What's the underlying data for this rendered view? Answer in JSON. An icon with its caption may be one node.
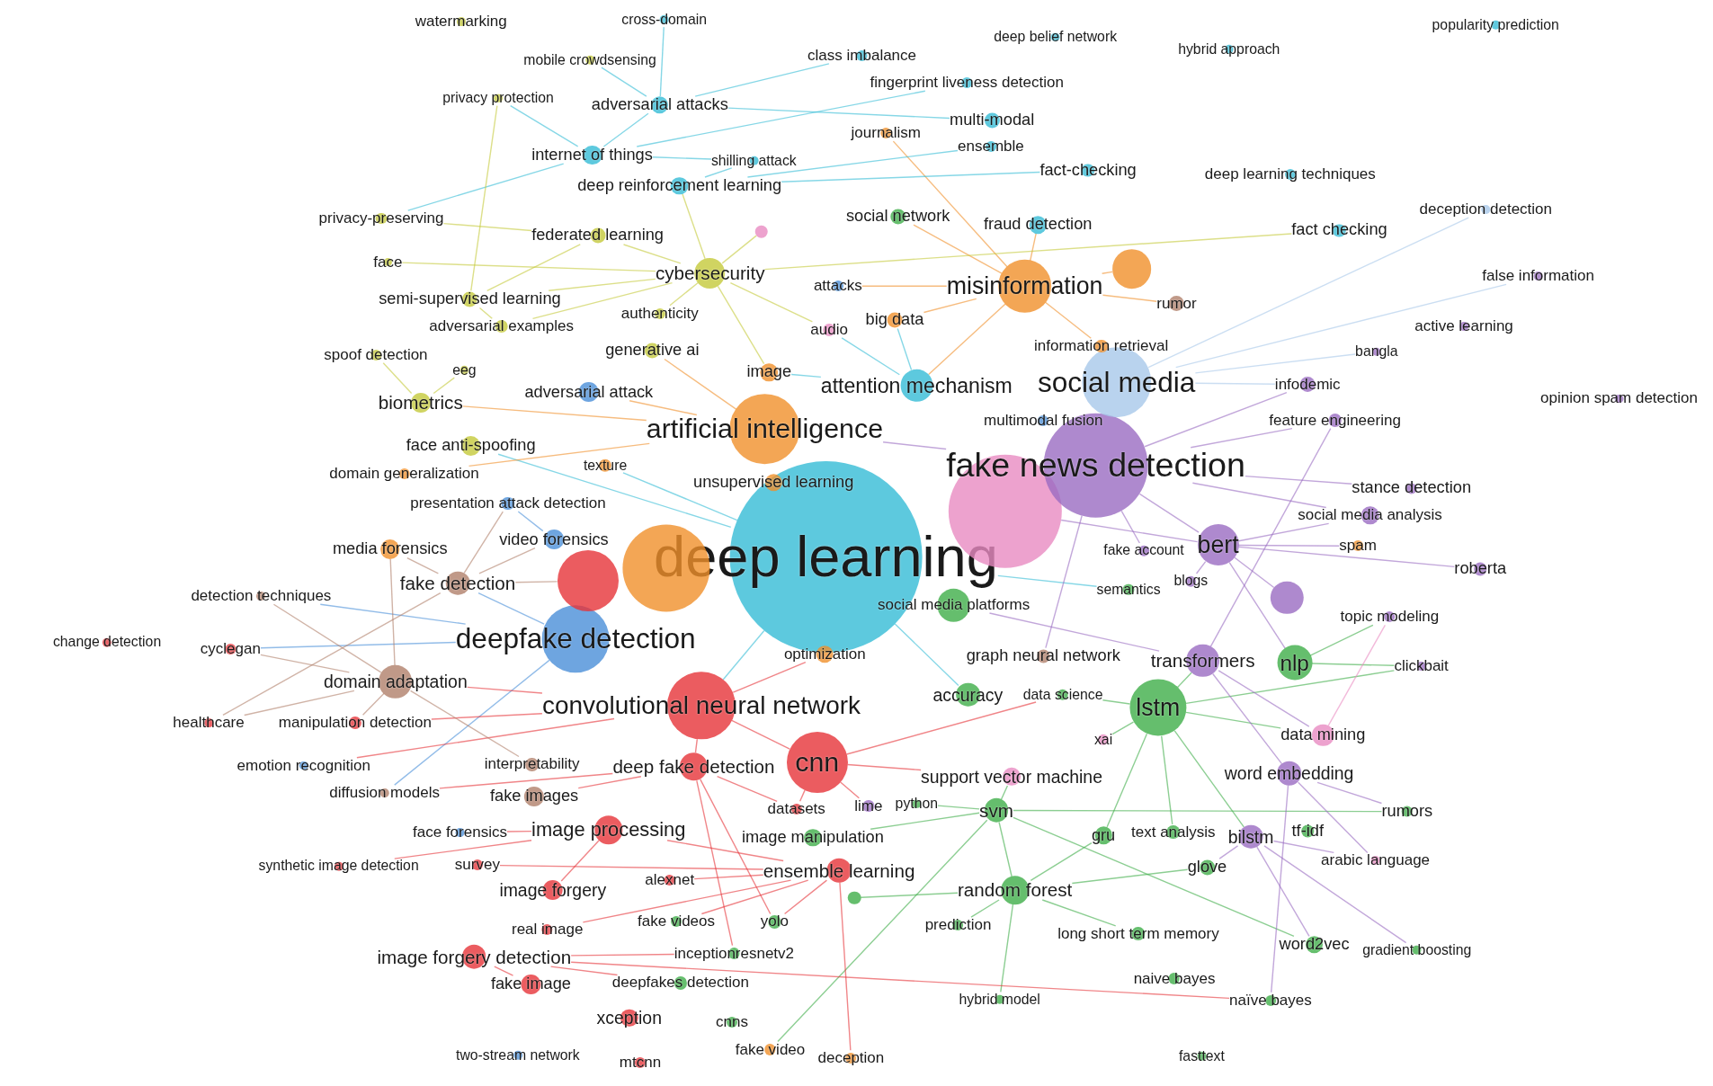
{
  "diagram": {
    "nodes": [
      {
        "text": [
          "watermarking"
        ]
      },
      {
        "text": [
          "cross-domain"
        ]
      },
      {
        "text": [
          "mobile crowdsensing"
        ]
      },
      {
        "text": [
          "class imbalance"
        ]
      },
      {
        "text": [
          "deep belief network"
        ]
      },
      {
        "text": [
          "hybrid approach"
        ]
      },
      {
        "text": [
          "popularity prediction"
        ]
      },
      {
        "text": [
          "privacy protection"
        ]
      },
      {
        "text": [
          "adversarial attacks"
        ]
      },
      {
        "text": [
          "fingerprint liveness detection"
        ]
      },
      {
        "text": [
          "multi-modal"
        ]
      },
      {
        "text": [
          "journalism"
        ]
      },
      {
        "text": [
          "ensemble"
        ]
      },
      {
        "text": [
          "internet of things"
        ]
      },
      {
        "text": [
          "shilling attack"
        ]
      },
      {
        "text": [
          "fact-checking"
        ]
      },
      {
        "text": [
          "deep learning techniques"
        ]
      },
      {
        "text": [
          "deep reinforcement learning"
        ]
      },
      {
        "text": [
          "deception detection"
        ]
      },
      {
        "text": [
          "privacy-preserving"
        ]
      },
      {
        "text": [
          "social network"
        ]
      },
      {
        "text": [
          "fraud detection"
        ]
      },
      {
        "text": [
          "federated learning"
        ]
      },
      {
        "text": [],
        "shape": "circle"
      },
      {
        "text": [
          "fact checking"
        ]
      },
      {
        "text": [
          "face"
        ]
      },
      {
        "text": [
          "cybersecurity"
        ]
      },
      {
        "text": [
          "misinformation"
        ]
      },
      {
        "text": [
          "false information"
        ]
      },
      {
        "text": [
          "semi-supervised learning"
        ]
      },
      {
        "text": [
          "attacks"
        ]
      },
      {
        "text": [
          "rumor"
        ]
      },
      {
        "text": [
          "authenticity"
        ]
      },
      {
        "text": [
          "adversarial examples"
        ]
      },
      {
        "text": [
          "audio"
        ]
      },
      {
        "text": [
          "big data"
        ]
      },
      {
        "text": [
          "active learning"
        ]
      },
      {
        "text": [
          "spoof detection"
        ]
      },
      {
        "text": [
          "generative ai"
        ]
      },
      {
        "text": [
          "information retrieval"
        ]
      },
      {
        "text": [
          "bangla"
        ]
      },
      {
        "text": [
          "eeg"
        ]
      },
      {
        "text": [
          "image"
        ]
      },
      {
        "text": [
          "adversarial attack"
        ]
      },
      {
        "text": [
          "attention mechanism"
        ]
      },
      {
        "text": [
          "social media"
        ]
      },
      {
        "text": [
          "infodemic"
        ]
      },
      {
        "text": [
          "opinion spam detection"
        ]
      },
      {
        "text": [
          "biometrics"
        ]
      },
      {
        "text": [
          "multimodal fusion"
        ]
      },
      {
        "text": [
          "feature engineering"
        ]
      },
      {
        "text": [
          "artificial intelligence"
        ]
      },
      {
        "text": [
          "face anti-spoofing"
        ]
      },
      {
        "text": [
          "texture"
        ]
      },
      {
        "text": [
          "fake news detection"
        ]
      },
      {
        "text": [
          "domain generalization"
        ]
      },
      {
        "text": [
          "unsupervised learning"
        ]
      },
      {
        "text": [
          "stance detection"
        ]
      },
      {
        "text": [
          "presentation attack detection"
        ]
      },
      {
        "text": [
          "social media analysis"
        ]
      },
      {
        "text": [
          "deep learning"
        ]
      },
      {
        "text": [
          "media forensics"
        ]
      },
      {
        "text": [
          "video forensics"
        ]
      },
      {
        "text": [
          "spam"
        ]
      },
      {
        "text": [
          "fake account"
        ]
      },
      {
        "text": [
          "bert"
        ]
      },
      {
        "text": [
          "roberta"
        ]
      },
      {
        "text": [
          "fake detection"
        ]
      },
      {
        "text": [
          "blogs"
        ]
      },
      {
        "text": [
          "detection techniques"
        ]
      },
      {
        "text": [
          "semantics"
        ]
      },
      {
        "text": [],
        "shape": "circle"
      },
      {
        "text": [
          "social media platforms"
        ]
      },
      {
        "text": [
          "topic modeling"
        ]
      },
      {
        "text": [
          "change detection"
        ]
      },
      {
        "text": [
          "cyclegan"
        ]
      },
      {
        "text": [
          "deepfake detection"
        ]
      },
      {
        "text": [
          "optimization"
        ]
      },
      {
        "text": [
          "graph neural network"
        ]
      },
      {
        "text": [
          "transformers"
        ]
      },
      {
        "text": [
          "nlp"
        ]
      },
      {
        "text": [
          "clickbait"
        ]
      },
      {
        "text": [
          "domain adaptation"
        ]
      },
      {
        "text": [
          "convolutional neural network"
        ]
      },
      {
        "text": [
          "accuracy"
        ]
      },
      {
        "text": [
          "data science"
        ]
      },
      {
        "text": [
          "lstm"
        ]
      },
      {
        "text": [
          "healthcare"
        ]
      },
      {
        "text": [
          "manipulation detection"
        ]
      },
      {
        "text": [
          "data mining"
        ]
      },
      {
        "text": [
          "xai"
        ]
      },
      {
        "text": [
          "emotion recognition"
        ]
      },
      {
        "text": [
          "interpretability"
        ]
      },
      {
        "text": [
          "deep fake detection"
        ]
      },
      {
        "text": [
          "cnn"
        ]
      },
      {
        "text": [
          "support vector machine"
        ]
      },
      {
        "text": [
          "word embedding"
        ]
      },
      {
        "text": [
          "diffusion models"
        ]
      },
      {
        "text": [
          "fake images"
        ]
      },
      {
        "text": [
          "datasets"
        ]
      },
      {
        "text": [
          "lime"
        ]
      },
      {
        "text": [
          "python"
        ]
      },
      {
        "text": [
          "svm"
        ]
      },
      {
        "text": [
          "rumors"
        ]
      },
      {
        "text": [
          "face forensics"
        ]
      },
      {
        "text": [
          "image processing"
        ]
      },
      {
        "text": [
          "image manipulation"
        ]
      },
      {
        "text": [
          "gru"
        ]
      },
      {
        "text": [
          "text analysis"
        ]
      },
      {
        "text": [
          "bilstm"
        ]
      },
      {
        "text": [
          "tf-idf"
        ]
      },
      {
        "text": [
          "synthetic image detection"
        ]
      },
      {
        "text": [
          "survey"
        ]
      },
      {
        "text": [
          "arabic language"
        ]
      },
      {
        "text": [
          "alexnet"
        ]
      },
      {
        "text": [
          "ensemble learning"
        ]
      },
      {
        "text": [
          "glove"
        ]
      },
      {
        "text": [
          "image forgery"
        ]
      },
      {
        "text": [
          "random forest"
        ]
      },
      {
        "text": [],
        "shape": "circle"
      },
      {
        "text": [
          "fake videos"
        ]
      },
      {
        "text": [
          "yolo"
        ]
      },
      {
        "text": [
          "prediction"
        ]
      },
      {
        "text": [
          "real image"
        ]
      },
      {
        "text": [
          "long short term memory"
        ]
      },
      {
        "text": [
          "word2vec"
        ]
      },
      {
        "text": [
          "gradient boosting"
        ]
      },
      {
        "text": [
          "image forgery detection"
        ]
      },
      {
        "text": [
          "inceptionresnetv2"
        ]
      },
      {
        "text": [
          "naive bayes"
        ]
      },
      {
        "text": [
          "fake image"
        ]
      },
      {
        "text": [
          "deepfakes detection"
        ]
      },
      {
        "text": [
          "hybrid model"
        ]
      },
      {
        "text": [
          "naïve bayes"
        ]
      },
      {
        "text": [
          "xception"
        ]
      },
      {
        "text": [
          "cnns"
        ]
      },
      {
        "text": [
          "fake video"
        ]
      },
      {
        "text": [
          "deception"
        ]
      },
      {
        "text": [
          "fasttext"
        ]
      },
      {
        "text": [
          "two-stream network"
        ]
      },
      {
        "text": [
          "mtcnn"
        ]
      },
      {
        "text": [],
        "shape": "circle"
      },
      {
        "text": [],
        "shape": "circle"
      },
      {
        "text": [],
        "shape": "circle"
      },
      {
        "text": [],
        "shape": "circle"
      }
    ],
    "edges": [
      {
        "from": 60,
        "to": 52,
        "arrow": "none",
        "color": "#35bcd6"
      },
      {
        "from": 60,
        "to": 53,
        "arrow": "none",
        "color": "#35bcd6"
      },
      {
        "from": 60,
        "to": 70,
        "arrow": "none",
        "color": "#35bcd6"
      },
      {
        "from": 60,
        "to": 83,
        "arrow": "none",
        "color": "#35bcd6"
      },
      {
        "from": 60,
        "to": 84,
        "arrow": "none",
        "color": "#35bcd6"
      },
      {
        "from": 54,
        "to": 46,
        "arrow": "none",
        "color": "#9a6cc2"
      },
      {
        "from": 54,
        "to": 50,
        "arrow": "none",
        "color": "#9a6cc2"
      },
      {
        "from": 54,
        "to": 51,
        "arrow": "none",
        "color": "#9a6cc2"
      },
      {
        "from": 54,
        "to": 57,
        "arrow": "none",
        "color": "#9a6cc2"
      },
      {
        "from": 54,
        "to": 59,
        "arrow": "none",
        "color": "#9a6cc2"
      },
      {
        "from": 54,
        "to": 64,
        "arrow": "none",
        "color": "#9a6cc2"
      },
      {
        "from": 54,
        "to": 65,
        "arrow": "none",
        "color": "#9a6cc2"
      },
      {
        "from": 54,
        "to": 78,
        "arrow": "none",
        "color": "#9a6cc2"
      },
      {
        "from": 76,
        "to": 67,
        "arrow": "none",
        "color": "#4a8fd8"
      },
      {
        "from": 76,
        "to": 69,
        "arrow": "none",
        "color": "#4a8fd8"
      },
      {
        "from": 76,
        "to": 75,
        "arrow": "none",
        "color": "#4a8fd8"
      },
      {
        "from": 76,
        "to": 97,
        "arrow": "none",
        "color": "#4a8fd8"
      },
      {
        "from": 83,
        "to": 77,
        "arrow": "none",
        "color": "#e63338"
      },
      {
        "from": 83,
        "to": 82,
        "arrow": "none",
        "color": "#e63338"
      },
      {
        "from": 83,
        "to": 88,
        "arrow": "none",
        "color": "#e63338"
      },
      {
        "from": 83,
        "to": 91,
        "arrow": "none",
        "color": "#e63338"
      },
      {
        "from": 83,
        "to": 93,
        "arrow": "none",
        "color": "#e63338"
      },
      {
        "from": 83,
        "to": 94,
        "arrow": "none",
        "color": "#e63338"
      },
      {
        "from": 86,
        "to": 79,
        "arrow": "none",
        "color": "#3fae49"
      },
      {
        "from": 86,
        "to": 81,
        "arrow": "none",
        "color": "#3fae49"
      },
      {
        "from": 86,
        "to": 85,
        "arrow": "none",
        "color": "#3fae49"
      },
      {
        "from": 86,
        "to": 89,
        "arrow": "none",
        "color": "#3fae49"
      },
      {
        "from": 86,
        "to": 90,
        "arrow": "none",
        "color": "#3fae49"
      },
      {
        "from": 86,
        "to": 107,
        "arrow": "none",
        "color": "#3fae49"
      },
      {
        "from": 86,
        "to": 108,
        "arrow": "none",
        "color": "#3fae49"
      },
      {
        "from": 86,
        "to": 109,
        "arrow": "none",
        "color": "#3fae49"
      },
      {
        "from": 27,
        "to": 11,
        "arrow": "none",
        "color": "#f0902a"
      },
      {
        "from": 27,
        "to": 20,
        "arrow": "none",
        "color": "#f0902a"
      },
      {
        "from": 27,
        "to": 21,
        "arrow": "none",
        "color": "#f0902a"
      },
      {
        "from": 27,
        "to": 30,
        "arrow": "none",
        "color": "#f0902a"
      },
      {
        "from": 27,
        "to": 31,
        "arrow": "none",
        "color": "#f0902a"
      },
      {
        "from": 27,
        "to": 35,
        "arrow": "none",
        "color": "#f0902a"
      },
      {
        "from": 27,
        "to": 39,
        "arrow": "none",
        "color": "#f0902a"
      },
      {
        "from": 27,
        "to": 44,
        "arrow": "none",
        "color": "#f0902a"
      },
      {
        "from": 27,
        "to": 144,
        "arrow": "none",
        "color": "#f0902a"
      },
      {
        "from": 26,
        "to": 17,
        "arrow": "none",
        "color": "#c4c93a"
      },
      {
        "from": 26,
        "to": 22,
        "arrow": "none",
        "color": "#c4c93a"
      },
      {
        "from": 26,
        "to": 23,
        "arrow": "none",
        "color": "#c4c93a"
      },
      {
        "from": 26,
        "to": 24,
        "arrow": "none",
        "color": "#c4c93a"
      },
      {
        "from": 26,
        "to": 25,
        "arrow": "none",
        "color": "#c4c93a"
      },
      {
        "from": 26,
        "to": 29,
        "arrow": "none",
        "color": "#c4c93a"
      },
      {
        "from": 26,
        "to": 32,
        "arrow": "none",
        "color": "#c4c93a"
      },
      {
        "from": 26,
        "to": 33,
        "arrow": "none",
        "color": "#c4c93a"
      },
      {
        "from": 26,
        "to": 34,
        "arrow": "none",
        "color": "#c4c93a"
      },
      {
        "from": 26,
        "to": 42,
        "arrow": "none",
        "color": "#c4c93a"
      },
      {
        "from": 51,
        "to": 38,
        "arrow": "none",
        "color": "#f0902a"
      },
      {
        "from": 51,
        "to": 43,
        "arrow": "none",
        "color": "#f0902a"
      },
      {
        "from": 51,
        "to": 48,
        "arrow": "none",
        "color": "#f0902a"
      },
      {
        "from": 51,
        "to": 55,
        "arrow": "none",
        "color": "#f0902a"
      },
      {
        "from": 94,
        "to": 85,
        "arrow": "none",
        "color": "#e63338"
      },
      {
        "from": 94,
        "to": 95,
        "arrow": "none",
        "color": "#e63338"
      },
      {
        "from": 94,
        "to": 99,
        "arrow": "none",
        "color": "#e63338"
      },
      {
        "from": 94,
        "to": 100,
        "arrow": "none",
        "color": "#e63338"
      },
      {
        "from": 102,
        "to": 95,
        "arrow": "none",
        "color": "#3fae49"
      },
      {
        "from": 102,
        "to": 101,
        "arrow": "none",
        "color": "#3fae49"
      },
      {
        "from": 102,
        "to": 103,
        "arrow": "none",
        "color": "#3fae49"
      },
      {
        "from": 102,
        "to": 106,
        "arrow": "none",
        "color": "#3fae49"
      },
      {
        "from": 102,
        "to": 118,
        "arrow": "none",
        "color": "#3fae49"
      },
      {
        "from": 102,
        "to": 125,
        "arrow": "none",
        "color": "#3fae49"
      },
      {
        "from": 102,
        "to": 136,
        "arrow": "none",
        "color": "#3fae49"
      },
      {
        "from": 45,
        "to": 18,
        "arrow": "none",
        "color": "#a8c8ea"
      },
      {
        "from": 45,
        "to": 28,
        "arrow": "none",
        "color": "#a8c8ea"
      },
      {
        "from": 45,
        "to": 40,
        "arrow": "none",
        "color": "#a8c8ea"
      },
      {
        "from": 45,
        "to": 46,
        "arrow": "none",
        "color": "#a8c8ea"
      },
      {
        "from": 48,
        "to": 37,
        "arrow": "none",
        "color": "#c4c93a"
      },
      {
        "from": 48,
        "to": 41,
        "arrow": "none",
        "color": "#c4c93a"
      },
      {
        "from": 118,
        "to": 107,
        "arrow": "none",
        "color": "#3fae49"
      },
      {
        "from": 118,
        "to": 116,
        "arrow": "none",
        "color": "#3fae49"
      },
      {
        "from": 118,
        "to": 119,
        "arrow": "none",
        "color": "#3fae49"
      },
      {
        "from": 118,
        "to": 122,
        "arrow": "none",
        "color": "#3fae49"
      },
      {
        "from": 118,
        "to": 124,
        "arrow": "none",
        "color": "#3fae49"
      },
      {
        "from": 118,
        "to": 132,
        "arrow": "none",
        "color": "#3fae49"
      },
      {
        "from": 65,
        "to": 59,
        "arrow": "none",
        "color": "#9a6cc2"
      },
      {
        "from": 65,
        "to": 63,
        "arrow": "none",
        "color": "#9a6cc2"
      },
      {
        "from": 65,
        "to": 66,
        "arrow": "none",
        "color": "#9a6cc2"
      },
      {
        "from": 65,
        "to": 68,
        "arrow": "none",
        "color": "#9a6cc2"
      },
      {
        "from": 65,
        "to": 71,
        "arrow": "none",
        "color": "#9a6cc2"
      },
      {
        "from": 65,
        "to": 80,
        "arrow": "none",
        "color": "#9a6cc2"
      },
      {
        "from": 65,
        "to": 141,
        "arrow": "none",
        "color": "#9a6cc2"
      },
      {
        "from": 79,
        "to": 50,
        "arrow": "none",
        "color": "#9a6cc2"
      },
      {
        "from": 79,
        "to": 72,
        "arrow": "none",
        "color": "#9a6cc2"
      },
      {
        "from": 79,
        "to": 89,
        "arrow": "none",
        "color": "#9a6cc2"
      },
      {
        "from": 79,
        "to": 96,
        "arrow": "none",
        "color": "#9a6cc2"
      },
      {
        "from": 80,
        "to": 73,
        "arrow": "none",
        "color": "#3fae49"
      },
      {
        "from": 80,
        "to": 81,
        "arrow": "none",
        "color": "#3fae49"
      },
      {
        "from": 115,
        "to": 105,
        "arrow": "none",
        "color": "#e63338"
      },
      {
        "from": 115,
        "to": 112,
        "arrow": "none",
        "color": "#e63338"
      },
      {
        "from": 115,
        "to": 114,
        "arrow": "none",
        "color": "#e63338"
      },
      {
        "from": 115,
        "to": 120,
        "arrow": "none",
        "color": "#e63338"
      },
      {
        "from": 115,
        "to": 121,
        "arrow": "none",
        "color": "#e63338"
      },
      {
        "from": 115,
        "to": 123,
        "arrow": "none",
        "color": "#e63338"
      },
      {
        "from": 115,
        "to": 137,
        "arrow": "none",
        "color": "#e63338"
      },
      {
        "from": 105,
        "to": 104,
        "arrow": "none",
        "color": "#e63338"
      },
      {
        "from": 105,
        "to": 111,
        "arrow": "none",
        "color": "#e63338"
      },
      {
        "from": 105,
        "to": 117,
        "arrow": "none",
        "color": "#e63338"
      },
      {
        "from": 127,
        "to": 128,
        "arrow": "none",
        "color": "#e63338"
      },
      {
        "from": 127,
        "to": 130,
        "arrow": "none",
        "color": "#e63338"
      },
      {
        "from": 127,
        "to": 131,
        "arrow": "none",
        "color": "#e63338"
      },
      {
        "from": 127,
        "to": 133,
        "arrow": "none",
        "color": "#e63338"
      },
      {
        "from": 44,
        "to": 34,
        "arrow": "none",
        "color": "#35bcd6"
      },
      {
        "from": 44,
        "to": 35,
        "arrow": "none",
        "color": "#35bcd6"
      },
      {
        "from": 44,
        "to": 42,
        "arrow": "none",
        "color": "#35bcd6"
      },
      {
        "from": 89,
        "to": 73,
        "arrow": "none",
        "color": "#e98bc2"
      },
      {
        "from": 96,
        "to": 103,
        "arrow": "none",
        "color": "#9a6cc2"
      },
      {
        "from": 96,
        "to": 113,
        "arrow": "none",
        "color": "#9a6cc2"
      },
      {
        "from": 96,
        "to": 133,
        "arrow": "none",
        "color": "#9a6cc2"
      },
      {
        "from": 109,
        "to": 113,
        "arrow": "none",
        "color": "#9a6cc2"
      },
      {
        "from": 109,
        "to": 116,
        "arrow": "none",
        "color": "#9a6cc2"
      },
      {
        "from": 109,
        "to": 125,
        "arrow": "none",
        "color": "#9a6cc2"
      },
      {
        "from": 109,
        "to": 126,
        "arrow": "none",
        "color": "#9a6cc2"
      },
      {
        "from": 67,
        "to": 58,
        "arrow": "none",
        "color": "#b0806a"
      },
      {
        "from": 67,
        "to": 61,
        "arrow": "none",
        "color": "#b0806a"
      },
      {
        "from": 67,
        "to": 62,
        "arrow": "none",
        "color": "#b0806a"
      },
      {
        "from": 67,
        "to": 87,
        "arrow": "none",
        "color": "#b0806a"
      },
      {
        "from": 67,
        "to": 143,
        "arrow": "none",
        "color": "#b0806a"
      },
      {
        "from": 82,
        "to": 61,
        "arrow": "none",
        "color": "#b0806a"
      },
      {
        "from": 82,
        "to": 69,
        "arrow": "none",
        "color": "#b0806a"
      },
      {
        "from": 82,
        "to": 75,
        "arrow": "none",
        "color": "#b0806a"
      },
      {
        "from": 82,
        "to": 87,
        "arrow": "none",
        "color": "#b0806a"
      },
      {
        "from": 82,
        "to": 88,
        "arrow": "none",
        "color": "#b0806a"
      },
      {
        "from": 82,
        "to": 92,
        "arrow": "none",
        "color": "#b0806a"
      },
      {
        "from": 93,
        "to": 97,
        "arrow": "none",
        "color": "#e63338"
      },
      {
        "from": 93,
        "to": 98,
        "arrow": "none",
        "color": "#e63338"
      },
      {
        "from": 93,
        "to": 99,
        "arrow": "none",
        "color": "#e63338"
      },
      {
        "from": 93,
        "to": 121,
        "arrow": "none",
        "color": "#e63338"
      },
      {
        "from": 93,
        "to": 128,
        "arrow": "none",
        "color": "#e63338"
      },
      {
        "from": 62,
        "to": 58,
        "arrow": "none",
        "color": "#4a8fd8"
      },
      {
        "from": 13,
        "to": 7,
        "arrow": "none",
        "color": "#35bcd6"
      },
      {
        "from": 13,
        "to": 8,
        "arrow": "none",
        "color": "#35bcd6"
      },
      {
        "from": 13,
        "to": 9,
        "arrow": "none",
        "color": "#35bcd6"
      },
      {
        "from": 13,
        "to": 14,
        "arrow": "none",
        "color": "#35bcd6"
      },
      {
        "from": 13,
        "to": 19,
        "arrow": "none",
        "color": "#35bcd6"
      },
      {
        "from": 17,
        "to": 12,
        "arrow": "none",
        "color": "#35bcd6"
      },
      {
        "from": 17,
        "to": 14,
        "arrow": "none",
        "color": "#35bcd6"
      },
      {
        "from": 17,
        "to": 15,
        "arrow": "none",
        "color": "#35bcd6"
      },
      {
        "from": 8,
        "to": 1,
        "arrow": "none",
        "color": "#35bcd6"
      },
      {
        "from": 8,
        "to": 2,
        "arrow": "none",
        "color": "#35bcd6"
      },
      {
        "from": 8,
        "to": 3,
        "arrow": "none",
        "color": "#35bcd6"
      },
      {
        "from": 8,
        "to": 10,
        "arrow": "none",
        "color": "#35bcd6"
      },
      {
        "from": 22,
        "to": 19,
        "arrow": "none",
        "color": "#c4c93a"
      },
      {
        "from": 22,
        "to": 29,
        "arrow": "none",
        "color": "#c4c93a"
      },
      {
        "from": 29,
        "to": 7,
        "arrow": "none",
        "color": "#c4c93a"
      },
      {
        "from": 29,
        "to": 33,
        "arrow": "none",
        "color": "#c4c93a"
      }
    ]
  }
}
